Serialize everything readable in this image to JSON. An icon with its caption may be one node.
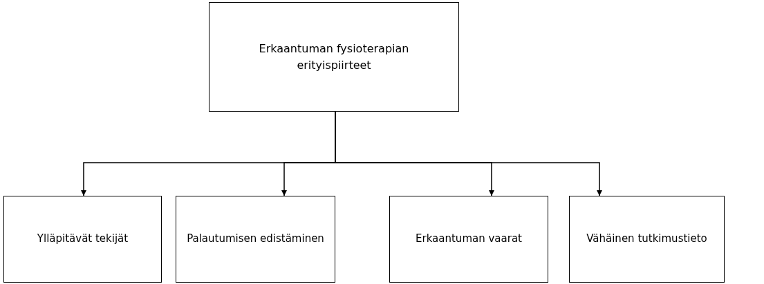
{
  "diagram": {
    "nodes": [
      {
        "text": [
          "Erkaantuman fysioterapian erityispiirteet"
        ]
      },
      {
        "text": [
          "Ylläpitävät tekijät"
        ]
      },
      {
        "text": [
          "Palautumisen edistäminen"
        ]
      },
      {
        "text": [
          "Erkaantuman vaarat"
        ]
      },
      {
        "text": [
          "Vähäinen tutkimustieto"
        ]
      }
    ],
    "edges": [
      {
        "from": 0,
        "to": 1,
        "arrow": "to"
      },
      {
        "from": 0,
        "to": 2,
        "arrow": "to"
      },
      {
        "from": 0,
        "to": 3,
        "arrow": "to"
      },
      {
        "from": 0,
        "to": 4,
        "arrow": "to"
      }
    ]
  }
}
